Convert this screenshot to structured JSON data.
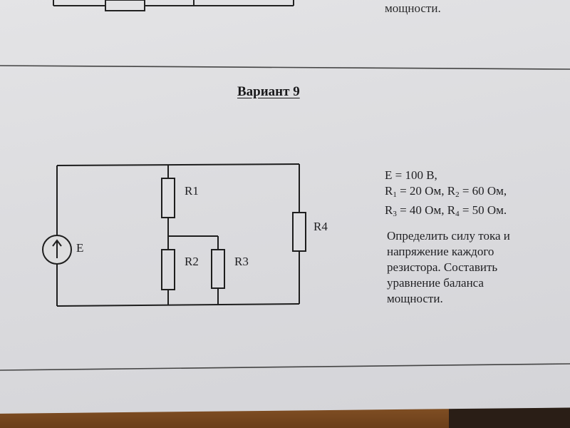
{
  "top_fragment": {
    "text": "мощности."
  },
  "heading": {
    "text": "Вариант 9"
  },
  "circuit": {
    "source_label": "E",
    "resistor_labels": {
      "r1": "R1",
      "r2": "R2",
      "r3": "R3",
      "r4": "R4"
    }
  },
  "given": {
    "line1": "E = 100 В,",
    "r1_sym": "R",
    "r1_sub": "1",
    "r1_val": " = 20 Ом, ",
    "r2_sym": "R",
    "r2_sub": "2",
    "r2_val": " = 60 Ом,",
    "r3_sym": "R",
    "r3_sub": "3",
    "r3_val": " = 40 Ом, ",
    "r4_sym": "R",
    "r4_sub": "4",
    "r4_val": " = 50 Ом."
  },
  "task": {
    "line1": "Определить силу тока и",
    "line2": "напряжение каждого",
    "line3": "резистора. Составить",
    "line4": "уравнение баланса",
    "line5": "мощности."
  }
}
